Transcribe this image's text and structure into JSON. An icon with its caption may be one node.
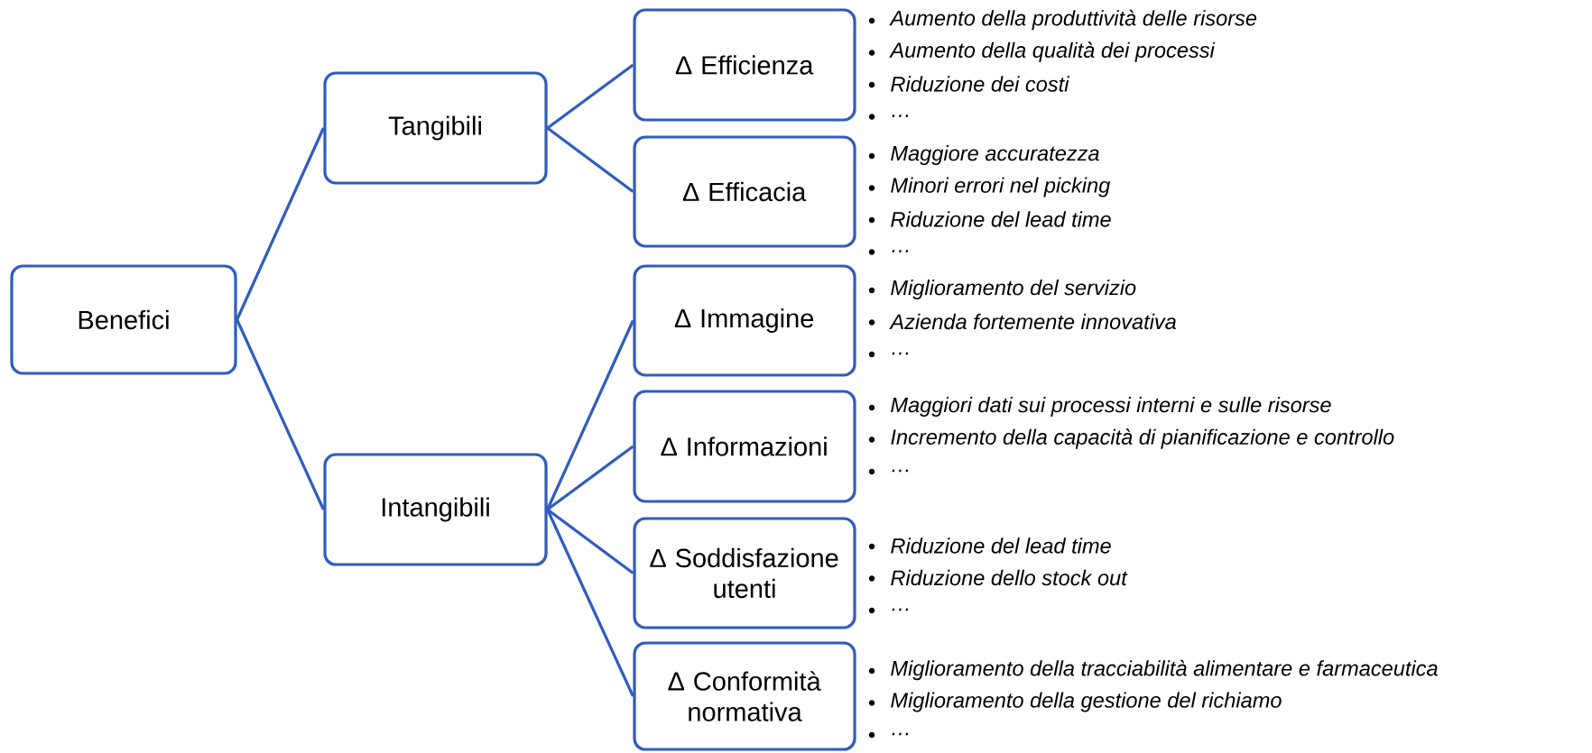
{
  "diagram": {
    "nodes": [
      {
        "text": [
          "Benefici"
        ]
      },
      {
        "text": [
          "Tangibili"
        ]
      },
      {
        "text": [
          "Intangibili"
        ]
      },
      {
        "text": [
          "∆ Efficienza"
        ],
        "beside": [
          "Aumento della produttività delle risorse",
          "Aumento della qualità dei processi",
          "Riduzione dei costi",
          "…"
        ]
      },
      {
        "text": [
          "∆ Efficacia"
        ],
        "beside": [
          "Maggiore accuratezza",
          "Minori errori nel picking",
          "Riduzione del lead time",
          "…"
        ]
      },
      {
        "text": [
          "∆ Immagine"
        ],
        "beside": [
          "Miglioramento del servizio",
          "Azienda fortemente innovativa",
          "…"
        ]
      },
      {
        "text": [
          "∆ Informazioni"
        ],
        "beside": [
          "Maggiori dati sui processi interni e sulle risorse",
          "Incremento della capacità di pianificazione e controllo",
          "…"
        ]
      },
      {
        "text": [
          "∆ Soddisfazione utenti"
        ],
        "beside": [
          "Riduzione del lead time",
          "Riduzione dello stock out",
          "…"
        ]
      },
      {
        "text": [
          "∆ Conformità normativa"
        ],
        "beside": [
          "Miglioramento della tracciabilità alimentare e farmaceutica",
          "Miglioramento della gestione del richiamo",
          "…"
        ]
      }
    ],
    "edges": [
      {
        "from": 0,
        "to": 1,
        "arrow": "none"
      },
      {
        "from": 0,
        "to": 2,
        "arrow": "none"
      },
      {
        "from": 1,
        "to": 3,
        "arrow": "none"
      },
      {
        "from": 1,
        "to": 4,
        "arrow": "none"
      },
      {
        "from": 2,
        "to": 5,
        "arrow": "none"
      },
      {
        "from": 2,
        "to": 6,
        "arrow": "none"
      },
      {
        "from": 2,
        "to": 7,
        "arrow": "none"
      },
      {
        "from": 2,
        "to": 8,
        "arrow": "none"
      }
    ]
  }
}
